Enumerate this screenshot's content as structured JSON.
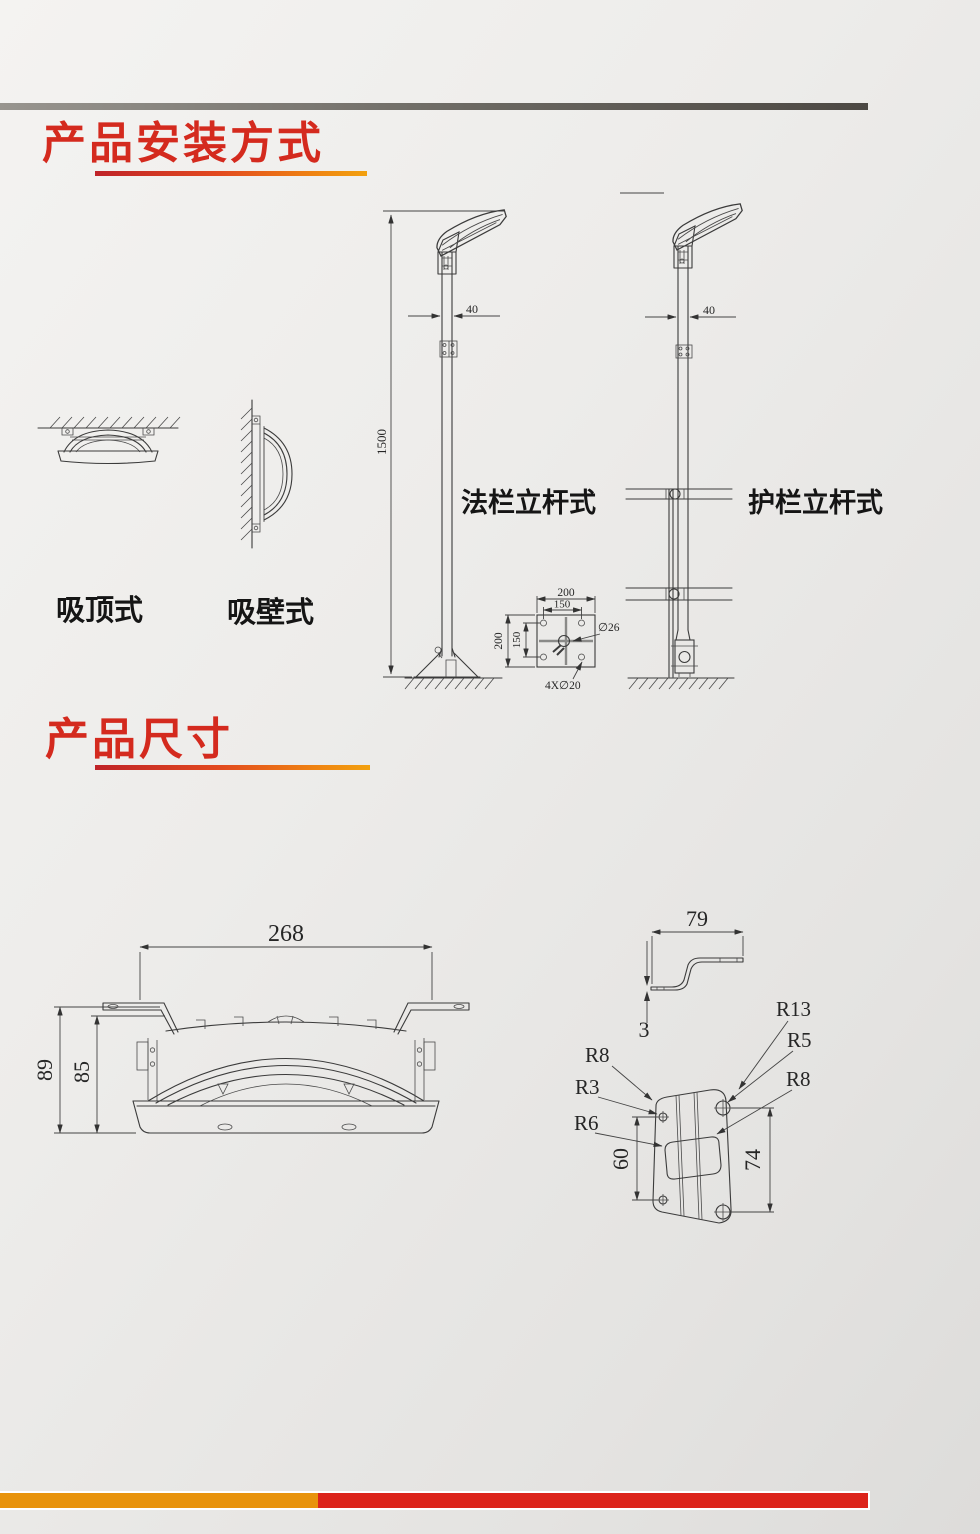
{
  "headings": {
    "installation": "产品安装方式",
    "dimensions": "产品尺寸"
  },
  "installation": {
    "labels": {
      "ceiling": "吸顶式",
      "wall": "吸壁式",
      "flange_pole": "法栏立杆式",
      "guardrail_pole": "护栏立杆式"
    },
    "dims": {
      "pole_height": "1500",
      "pole_width_left": "40",
      "pole_width_right": "40",
      "plate_width_outer": "200",
      "plate_width_inner": "150",
      "plate_height_outer": "200",
      "plate_height_inner": "150",
      "center_hole": "∅26",
      "corner_holes": "4X∅20"
    }
  },
  "product_dims": {
    "front_width": "268",
    "overall_height": "89",
    "body_height": "85",
    "bracket_depth": "79",
    "bracket_thickness": "3",
    "r13": "R13",
    "r5": "R5",
    "r8_right": "R8",
    "r8_left": "R8",
    "r3": "R3",
    "r6": "R6",
    "spacing_left": "60",
    "spacing_right": "74"
  },
  "colors": {
    "heading_red": "#d42a1e",
    "underline_start": "#bf2328",
    "underline_end": "#f2a10f",
    "top_rule_start": "#98958f",
    "top_rule_end": "#4c4843",
    "footer_orange": "#e8930c",
    "footer_red": "#dc241b",
    "line_color": "#3b3b3b"
  }
}
